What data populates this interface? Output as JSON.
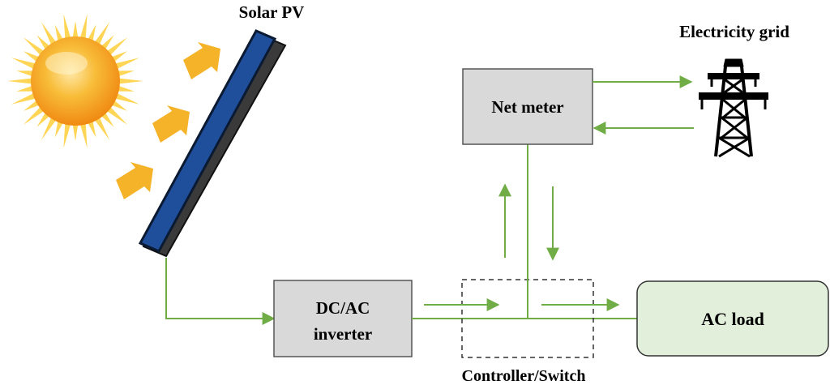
{
  "labels": {
    "solar_pv": "Solar PV",
    "electricity_grid": "Electricity grid",
    "net_meter": "Net meter",
    "inverter_line1": "DC/AC",
    "inverter_line2": "inverter",
    "ac_load": "AC load",
    "controller_switch": "Controller/Switch"
  },
  "colors": {
    "flow_line": "#70ad47",
    "box_gray": "#d9d9d9",
    "load_green": "#e2efda",
    "panel_blue": "#1f4e9a",
    "sun_core": "#f6a21c",
    "sun_rays": "#ffd34d",
    "light_arrows": "#f5b32a"
  },
  "icons": [
    "sun-icon",
    "solar-panel-icon",
    "transmission-tower-icon"
  ]
}
